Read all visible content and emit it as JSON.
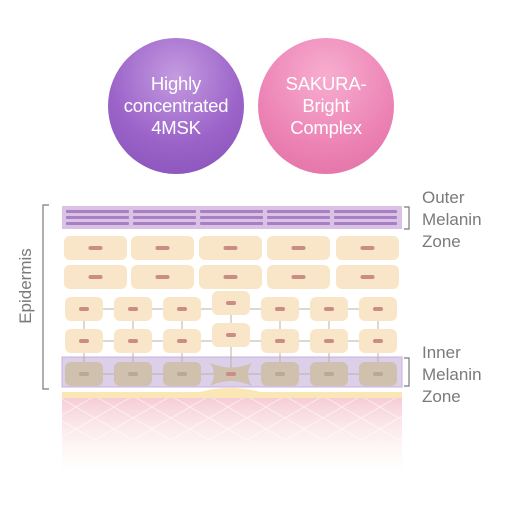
{
  "circles": {
    "left": {
      "lines": [
        "Highly",
        "concentrated",
        "4MSK"
      ],
      "color": "#9c64c9"
    },
    "right": {
      "lines": [
        "SAKURA-",
        "Bright",
        "Complex"
      ],
      "color": "#ec82b4"
    }
  },
  "labels": {
    "outer_zone": [
      "Outer",
      "Melanin",
      "Zone"
    ],
    "inner_zone": [
      "Inner",
      "Melanin",
      "Zone"
    ],
    "epidermis": "Epidermis"
  },
  "colors": {
    "outer_band": "#d9c2e6",
    "outer_stripe": "#a77fc2",
    "inner_band": "#dccfe9",
    "cell_fill": "#f9e6c8",
    "basal_cell_fill": "#cfc1ad",
    "cell_nucleus": "#c98d86",
    "dermis": "#f6c9d3",
    "bracket": "#7a7a7a"
  }
}
